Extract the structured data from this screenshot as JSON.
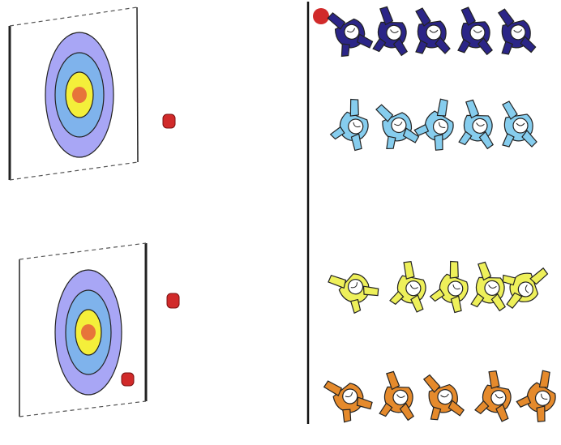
{
  "colors": {
    "background": "#ffffff",
    "board_outline": "#222222",
    "ring_outer": "#a8a6f5",
    "ring_mid": "#7fb3ec",
    "ring_inner": "#f4ef3a",
    "bullseye": "#e7743a",
    "ball": "#d12a2a",
    "divider": "#111111",
    "team_navy": "#2b2587",
    "team_lightblue": "#86cdee",
    "team_yellow": "#eef05a",
    "team_orange": "#e58a2c",
    "body_line": "#222222",
    "head_fill": "#ffffff"
  },
  "targets": [
    {
      "name": "top-target",
      "balls_near": 1,
      "balls_on_board": 0
    },
    {
      "name": "bottom-target",
      "balls_near": 1,
      "balls_on_board": 1
    }
  ],
  "teams": [
    {
      "name": "navy",
      "color_key": "team_navy",
      "figures": 5,
      "has_ball": true
    },
    {
      "name": "lightblue",
      "color_key": "team_lightblue",
      "figures": 5,
      "has_ball": false
    },
    {
      "name": "yellow",
      "color_key": "team_yellow",
      "figures": 5,
      "has_ball": false
    },
    {
      "name": "orange",
      "color_key": "team_orange",
      "figures": 5,
      "has_ball": false
    }
  ],
  "icons": [
    "target-icon",
    "ball-icon",
    "throwing-player-icon"
  ]
}
